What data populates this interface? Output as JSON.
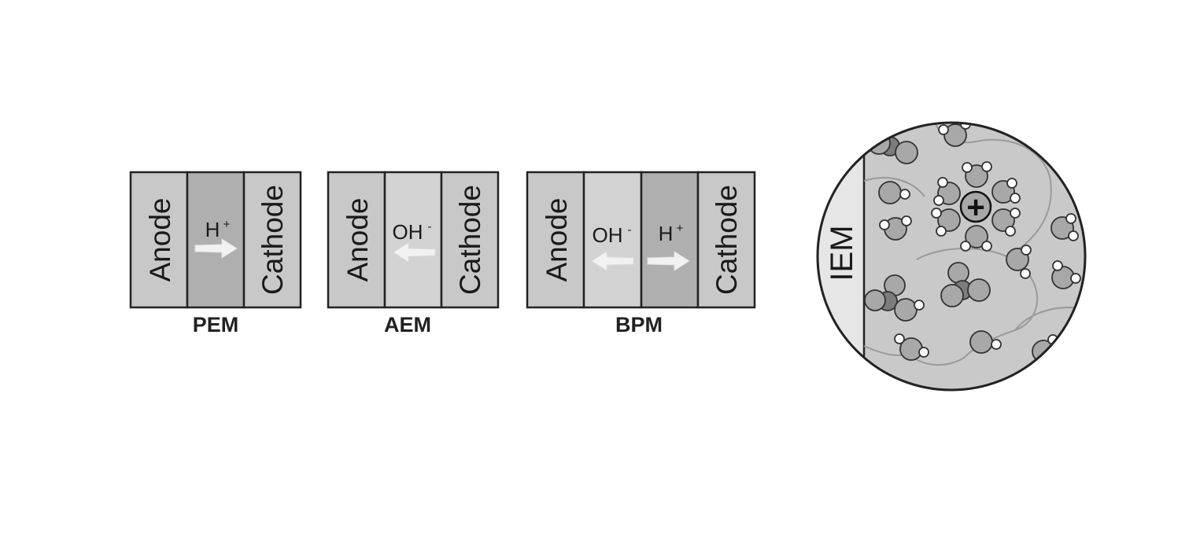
{
  "cells": [
    {
      "caption": "PEM",
      "layers": [
        {
          "label": "Anode",
          "fill": "#c8c8c8"
        },
        {
          "label": "",
          "fill": "#afafaf",
          "ion": "H",
          "charge": "+",
          "arrow": "right"
        },
        {
          "label": "Cathode",
          "fill": "#c8c8c8"
        }
      ]
    },
    {
      "caption": "AEM",
      "layers": [
        {
          "label": "Anode",
          "fill": "#c8c8c8"
        },
        {
          "label": "",
          "fill": "#d2d2d2",
          "ion": "OH",
          "charge": "-",
          "arrow": "left"
        },
        {
          "label": "Cathode",
          "fill": "#c8c8c8"
        }
      ]
    },
    {
      "caption": "BPM",
      "layers": [
        {
          "label": "Anode",
          "fill": "#c8c8c8"
        },
        {
          "label": "",
          "fill": "#d2d2d2",
          "ion": "OH",
          "charge": "-",
          "arrow": "left"
        },
        {
          "label": "",
          "fill": "#afafaf",
          "ion": "H",
          "charge": "+",
          "arrow": "right"
        },
        {
          "label": "Cathode",
          "fill": "#c8c8c8"
        }
      ]
    }
  ],
  "inset": {
    "membrane_label": "IEM",
    "cation_symbol": "+",
    "colors": {
      "background": "#c9c9c9",
      "membrane": "#e6e6e6",
      "oxygen": "#a8a8a8",
      "oxygen_dark": "#7c7c7c",
      "hydrogen": "#ffffff",
      "outline": "#222222"
    }
  }
}
